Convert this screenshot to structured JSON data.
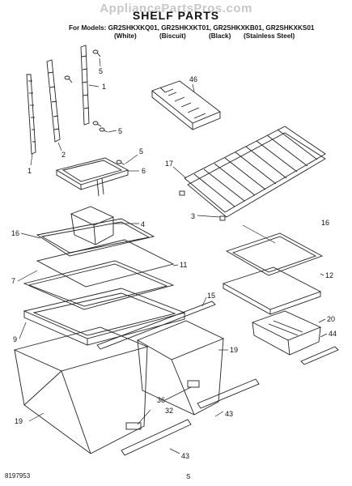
{
  "watermark": "AppliancePartsPros.com",
  "title": "SHELF PARTS",
  "models_line": "For Models: GR2SHKXKQ01, GR2SHKXKT01, GR2SHKXKB01, GR2SHKXKS01",
  "finishes": [
    "(White)",
    "(Biscuit)",
    "(Black)",
    "(Stainless Steel)"
  ],
  "part_numbers": {
    "p1a": "1",
    "p1b": "1",
    "p2": "2",
    "p5a": "5",
    "p5b": "5",
    "p5c": "5",
    "p6": "6",
    "p46": "46",
    "p17": "17",
    "p3": "3",
    "p4": "4",
    "p16a": "16",
    "p16b": "16",
    "p7": "7",
    "p11": "11",
    "p12": "12",
    "p15": "15",
    "p9": "9",
    "p19a": "19",
    "p19b": "19",
    "p20": "20",
    "p44": "44",
    "p36": "36",
    "p32": "32",
    "p43a": "43",
    "p43b": "43"
  },
  "doc_number": "8197953",
  "page_mark": "S"
}
